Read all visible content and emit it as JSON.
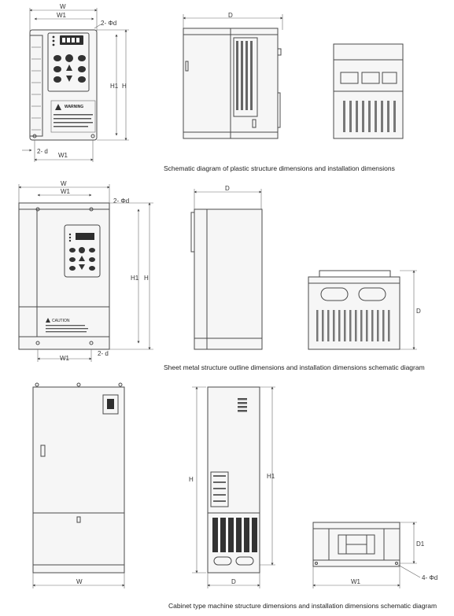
{
  "dimension_labels": {
    "W": "W",
    "W1": "W1",
    "H": "H",
    "H1": "H1",
    "D": "D",
    "D1": "D1",
    "hole_2d": "2- d",
    "hole_2phid": "2- Φd",
    "hole_4phid": "4- Φd"
  },
  "captions": {
    "plastic": "Schematic diagram of plastic structure dimensions and installation dimensions",
    "sheet_metal": "Sheet metal structure outline dimensions and installation dimensions schematic diagram",
    "cabinet": "Cabinet type machine structure dimensions and installation dimensions schematic diagram"
  },
  "panel_text": {
    "warning": "WARNING",
    "caution": "CAUTION"
  }
}
